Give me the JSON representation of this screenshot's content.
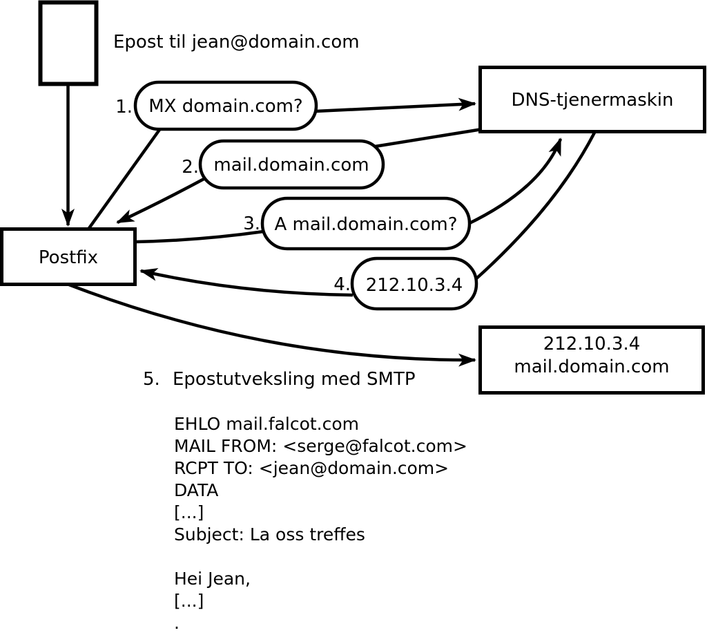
{
  "diagram": {
    "colors": {
      "stroke": "#000000",
      "background": "#ffffff"
    },
    "note": "Epost til jean@domain.com",
    "postfix": {
      "label": "Postfix"
    },
    "dns": {
      "label": "DNS-tjenermaskin"
    },
    "destination": {
      "line1": "212.10.3.4",
      "line2": "mail.domain.com"
    },
    "steps": [
      {
        "num": "1.",
        "label": "MX domain.com?"
      },
      {
        "num": "2.",
        "label": "mail.domain.com"
      },
      {
        "num": "3.",
        "label": "A mail.domain.com?"
      },
      {
        "num": "4.",
        "label": "212.10.3.4"
      },
      {
        "num": "5.",
        "label": "Epostutveksling med SMTP"
      }
    ],
    "smtp_session": {
      "lines": [
        "EHLO mail.falcot.com",
        "MAIL FROM: <serge@falcot.com>",
        "RCPT TO: <jean@domain.com>",
        "DATA",
        "[...]",
        "Subject: La oss treffes",
        "",
        "Hei Jean,",
        "[...]",
        "."
      ]
    }
  }
}
